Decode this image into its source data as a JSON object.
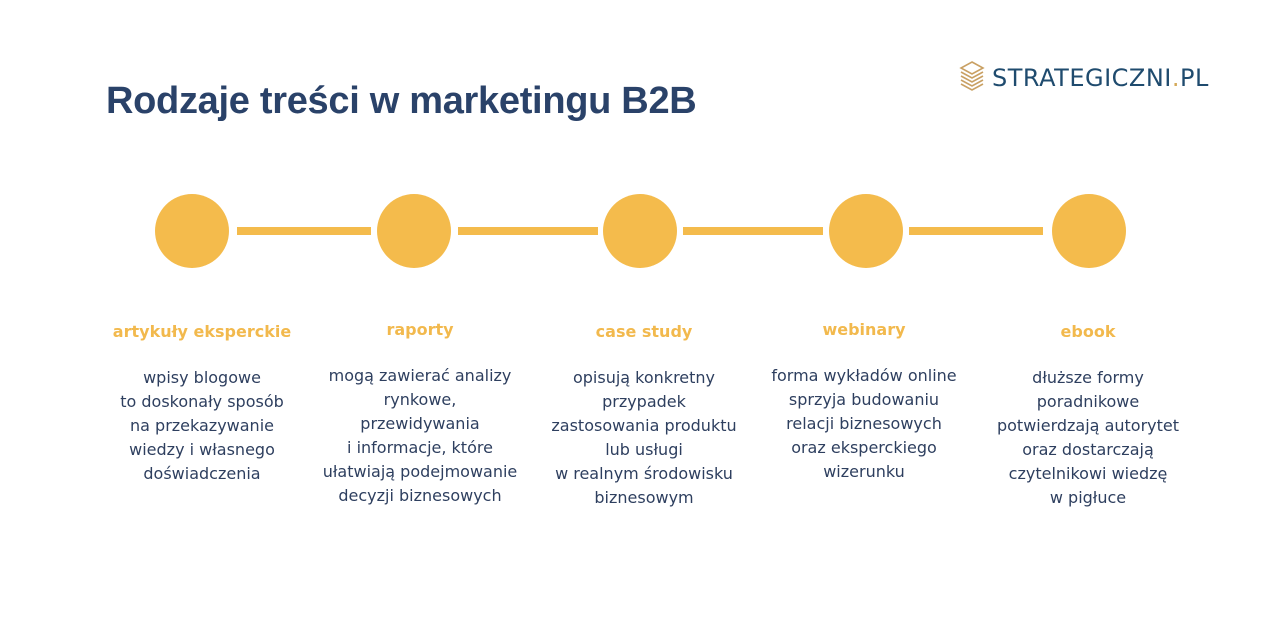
{
  "header": {
    "title": "Rodzaje treści w marketingu B2B",
    "logo": {
      "name": "STRATEGICZNI",
      "dot": ".",
      "tld": "PL",
      "icon": "stacked-diamond-logo-icon"
    }
  },
  "colors": {
    "accent": "#f4bb4c",
    "title": "#2a4269",
    "text": "#2e3f5f",
    "logo": "#1f4b6e",
    "logo_gold": "#d4a95a"
  },
  "timeline": {
    "items": [
      {
        "title": "artykuły eksperckie",
        "description": "wpisy blogowe\nto doskonały sposób\nna przekazywanie\nwiedzy i własnego\ndoświadczenia"
      },
      {
        "title": "raporty",
        "description": "mogą zawierać analizy\nrynkowe,\nprzewidywania\ni informacje, które\nułatwiają podejmowanie\ndecyzji biznesowych"
      },
      {
        "title": "case study",
        "description": "opisują konkretny\nprzypadek\nzastosowania produktu\nlub usługi\nw realnym środowisku\nbiznesowym"
      },
      {
        "title": "webinary",
        "description": "forma wykładów online\nsprzyja budowaniu\nrelacji biznesowych\noraz eksperckiego\nwizerunku"
      },
      {
        "title": "ebook",
        "description": "dłuższe formy\nporadnikowe\npotwierdzają autorytet\noraz dostarczają\nczytelnikowi wiedzę\nw pigłuce"
      }
    ]
  }
}
